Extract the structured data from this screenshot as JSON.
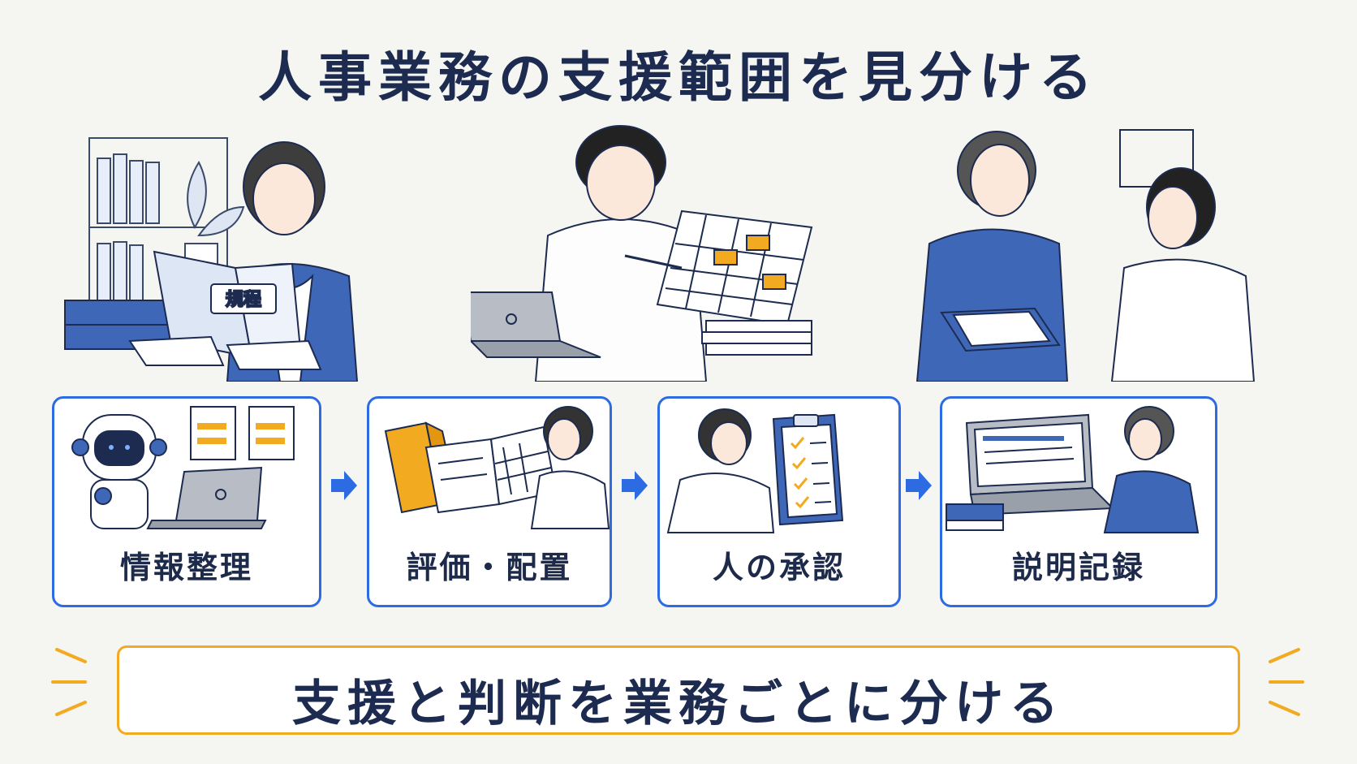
{
  "title": "人事業務の支援範囲を見分ける",
  "scenes": [
    {
      "book_label": "規程"
    }
  ],
  "steps": [
    {
      "label": "情報整理"
    },
    {
      "label": "評価・配置"
    },
    {
      "label": "人の承認"
    },
    {
      "label": "説明記録"
    }
  ],
  "banner": {
    "text": "支援と判断を業務ごとに分ける"
  },
  "colors": {
    "step_border": "#2d6be3",
    "banner_border": "#f2aa20",
    "accent_blue": "#3f67b8",
    "highlight_orange": "#f2aa20"
  }
}
